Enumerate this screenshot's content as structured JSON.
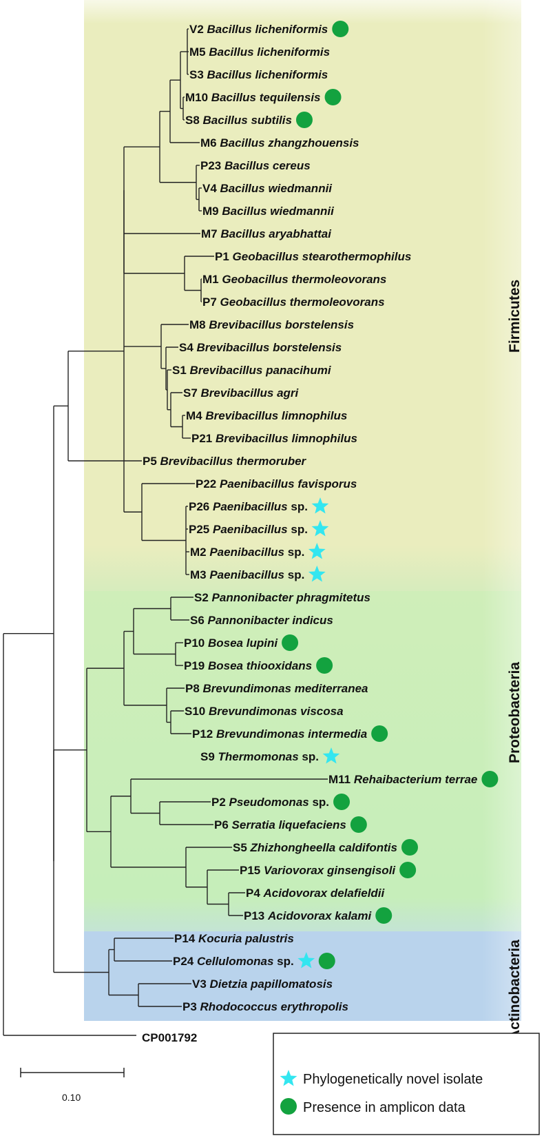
{
  "tree": {
    "taxa": [
      {
        "id": "V2",
        "genus": "Bacillus licheniformis",
        "sp": "",
        "novel": false,
        "amplicon": true
      },
      {
        "id": "M5",
        "genus": "Bacillus licheniformis",
        "sp": "",
        "novel": false,
        "amplicon": false
      },
      {
        "id": "S3",
        "genus": "Bacillus licheniformis",
        "sp": "",
        "novel": false,
        "amplicon": false
      },
      {
        "id": "M10",
        "genus": "Bacillus tequilensis",
        "sp": "",
        "novel": false,
        "amplicon": true
      },
      {
        "id": "S8",
        "genus": "Bacillus subtilis",
        "sp": "",
        "novel": false,
        "amplicon": true
      },
      {
        "id": "M6",
        "genus": "Bacillus zhangzhouensis",
        "sp": "",
        "novel": false,
        "amplicon": false
      },
      {
        "id": "P23",
        "genus": "Bacillus cereus",
        "sp": "",
        "novel": false,
        "amplicon": false
      },
      {
        "id": "V4",
        "genus": "Bacillus wiedmannii",
        "sp": "",
        "novel": false,
        "amplicon": false
      },
      {
        "id": "M9",
        "genus": "Bacillus wiedmannii",
        "sp": "",
        "novel": false,
        "amplicon": false
      },
      {
        "id": "M7",
        "genus": "Bacillus aryabhattai",
        "sp": "",
        "novel": false,
        "amplicon": false
      },
      {
        "id": "P1",
        "genus": "Geobacillus stearothermophilus",
        "sp": "",
        "novel": false,
        "amplicon": false
      },
      {
        "id": "M1",
        "genus": "Geobacillus thermoleovorans",
        "sp": "",
        "novel": false,
        "amplicon": false
      },
      {
        "id": "P7",
        "genus": "Geobacillus thermoleovorans",
        "sp": "",
        "novel": false,
        "amplicon": false
      },
      {
        "id": "M8",
        "genus": "Brevibacillus borstelensis",
        "sp": "",
        "novel": false,
        "amplicon": false
      },
      {
        "id": "S4",
        "genus": "Brevibacillus borstelensis",
        "sp": "",
        "novel": false,
        "amplicon": false
      },
      {
        "id": "S1",
        "genus": "Brevibacillus panacihumi",
        "sp": "",
        "novel": false,
        "amplicon": false
      },
      {
        "id": "S7",
        "genus": "Brevibacillus agri",
        "sp": "",
        "novel": false,
        "amplicon": false
      },
      {
        "id": "M4",
        "genus": "Brevibacillus limnophilus",
        "sp": "",
        "novel": false,
        "amplicon": false
      },
      {
        "id": "P21",
        "genus": "Brevibacillus limnophilus",
        "sp": "",
        "novel": false,
        "amplicon": false
      },
      {
        "id": "P5",
        "genus": "Brevibacillus thermoruber",
        "sp": "",
        "novel": false,
        "amplicon": false
      },
      {
        "id": "P22",
        "genus": "Paenibacillus favisporus",
        "sp": "",
        "novel": false,
        "amplicon": false
      },
      {
        "id": "P26",
        "genus": "Paenibacillus",
        "sp": "sp.",
        "novel": true,
        "amplicon": false
      },
      {
        "id": "P25",
        "genus": "Paenibacillus",
        "sp": "sp.",
        "novel": true,
        "amplicon": false
      },
      {
        "id": "M2",
        "genus": "Paenibacillus",
        "sp": "sp.",
        "novel": true,
        "amplicon": false
      },
      {
        "id": "M3",
        "genus": "Paenibacillus",
        "sp": "sp.",
        "novel": true,
        "amplicon": false
      },
      {
        "id": "S2",
        "genus": "Pannonibacter phragmitetus",
        "sp": "",
        "novel": false,
        "amplicon": false
      },
      {
        "id": "S6",
        "genus": "Pannonibacter indicus",
        "sp": "",
        "novel": false,
        "amplicon": false
      },
      {
        "id": "P10",
        "genus": "Bosea lupini",
        "sp": "",
        "novel": false,
        "amplicon": true
      },
      {
        "id": "P19",
        "genus": "Bosea thiooxidans",
        "sp": "",
        "novel": false,
        "amplicon": true
      },
      {
        "id": "P8",
        "genus": "Brevundimonas mediterranea",
        "sp": "",
        "novel": false,
        "amplicon": false
      },
      {
        "id": "S10",
        "genus": "Brevundimonas viscosa",
        "sp": "",
        "novel": false,
        "amplicon": false
      },
      {
        "id": "P12",
        "genus": "Brevundimonas intermedia",
        "sp": "",
        "novel": false,
        "amplicon": true
      },
      {
        "id": "S9",
        "genus": "Thermomonas",
        "sp": "sp.",
        "novel": true,
        "amplicon": false
      },
      {
        "id": "M11",
        "genus": "Rehaibacterium terrae",
        "sp": "",
        "novel": false,
        "amplicon": true
      },
      {
        "id": "P2",
        "genus": "Pseudomonas",
        "sp": "sp.",
        "novel": false,
        "amplicon": true
      },
      {
        "id": "P6",
        "genus": "Serratia liquefaciens",
        "sp": "",
        "novel": false,
        "amplicon": true
      },
      {
        "id": "S5",
        "genus": "Zhizhongheella caldifontis",
        "sp": "",
        "novel": false,
        "amplicon": true
      },
      {
        "id": "P15",
        "genus": "Variovorax ginsengisoli",
        "sp": "",
        "novel": false,
        "amplicon": true
      },
      {
        "id": "P4",
        "genus": "Acidovorax delafieldii",
        "sp": "",
        "novel": false,
        "amplicon": false
      },
      {
        "id": "P13",
        "genus": "Acidovorax kalami",
        "sp": "",
        "novel": false,
        "amplicon": true
      },
      {
        "id": "P14",
        "genus": "Kocuria palustris",
        "sp": "",
        "novel": false,
        "amplicon": false
      },
      {
        "id": "P24",
        "genus": "Cellulomonas",
        "sp": "sp.",
        "novel": true,
        "amplicon": true
      },
      {
        "id": "V3",
        "genus": "Dietzia papillomatosis",
        "sp": "",
        "novel": false,
        "amplicon": false
      },
      {
        "id": "P3",
        "genus": "Rhodococcus erythropolis",
        "sp": "",
        "novel": false,
        "amplicon": false
      }
    ],
    "outgroup": "CP001792"
  },
  "phyla": {
    "firmicutes": "Firmicutes",
    "proteobacteria": "Proteobacteria",
    "actinobacteria": "Actinobacteria"
  },
  "colors": {
    "firmicutes_band": "#eaedbe",
    "proteobacteria_band": "#c7eeb9",
    "actinobacteria_band": "#b9d3ec",
    "star": "#33e6f0",
    "circle": "#13a23f",
    "branch": "#222222"
  },
  "scale_bar": {
    "label": "0.10"
  },
  "legend": {
    "novel_label": "Phylogenetically novel isolate",
    "amplicon_label": "Presence in amplicon data"
  }
}
